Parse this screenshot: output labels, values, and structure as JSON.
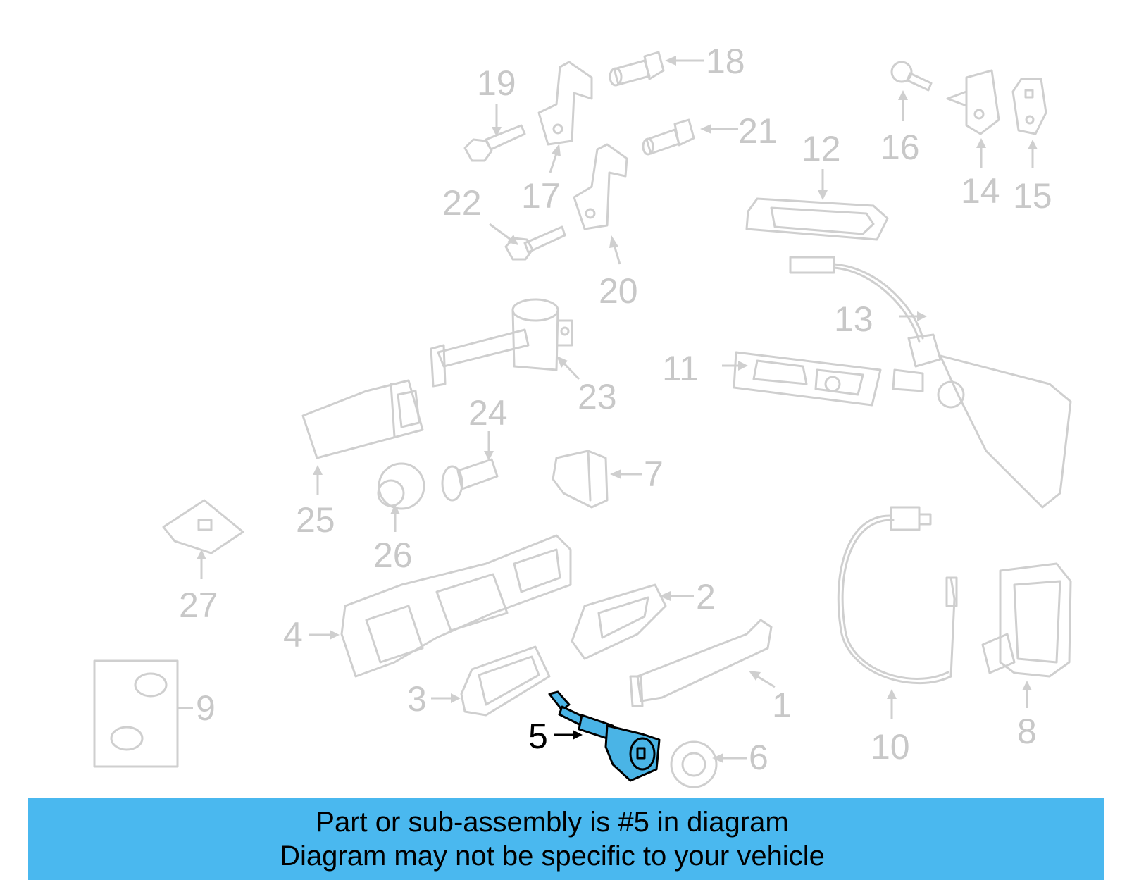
{
  "diagram": {
    "highlighted_part": "5",
    "highlight_color": "#4ab4e6",
    "part_color": "#cfcfcf",
    "callouts": [
      "1",
      "2",
      "3",
      "4",
      "5",
      "6",
      "7",
      "8",
      "9",
      "10",
      "11",
      "12",
      "13",
      "14",
      "15",
      "16",
      "17",
      "18",
      "19",
      "20",
      "21",
      "22",
      "23",
      "24",
      "25",
      "26",
      "27"
    ]
  },
  "banner": {
    "line1": "Part or sub-assembly is #5 in diagram",
    "line2": "Diagram may not be specific to your vehicle",
    "background": "#4ab8ef"
  }
}
